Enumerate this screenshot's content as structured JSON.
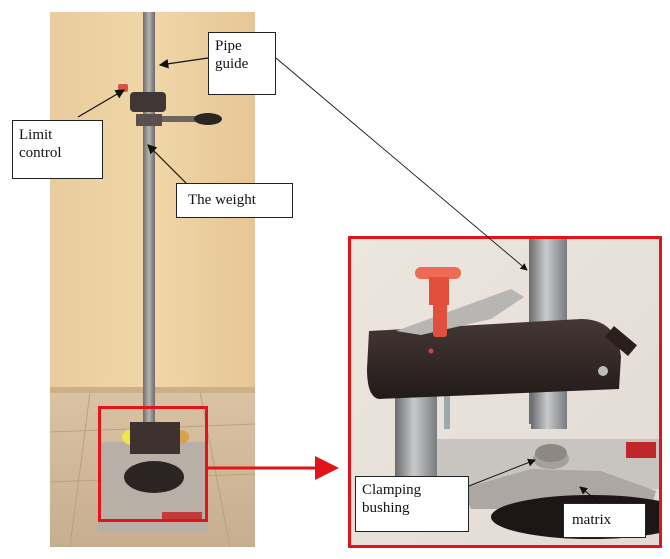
{
  "labels": {
    "pipe_guide": "Pipe guide",
    "limit_control": "Limit control",
    "the_weight": "The weight",
    "clamping_bushing": "Clamping bushing",
    "matrix": "matrix"
  },
  "colors": {
    "highlight_red": "#e2141b",
    "wall": "#e8c99a",
    "rod_metal": "#8d8d8b",
    "dark_body": "#3a2f2c",
    "handle_orange": "#e24a3a"
  }
}
